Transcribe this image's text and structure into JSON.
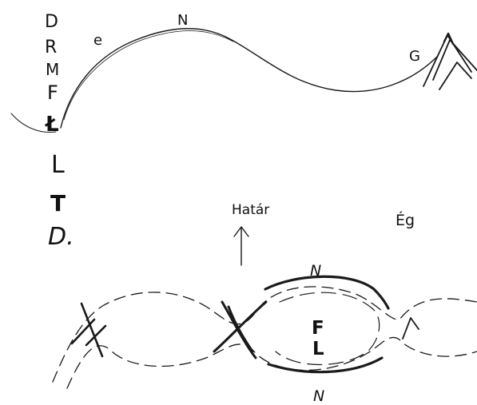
{
  "top_sketch": {
    "left_letters": [
      "D",
      "R",
      "M",
      "F",
      "Ł",
      "L",
      "T",
      "D."
    ],
    "curve_labels": {
      "near_start": "e",
      "peak": "N",
      "near_mountain": "G"
    }
  },
  "middle_labels": {
    "border": "Határ",
    "sky": "Ég"
  },
  "bottom_sketch": {
    "upper_label": "N",
    "center_label_1": "F",
    "center_label_2": "L",
    "lower_label": "N"
  },
  "colors": {
    "ink": "#1a1a1a",
    "background": "#ffffff"
  }
}
